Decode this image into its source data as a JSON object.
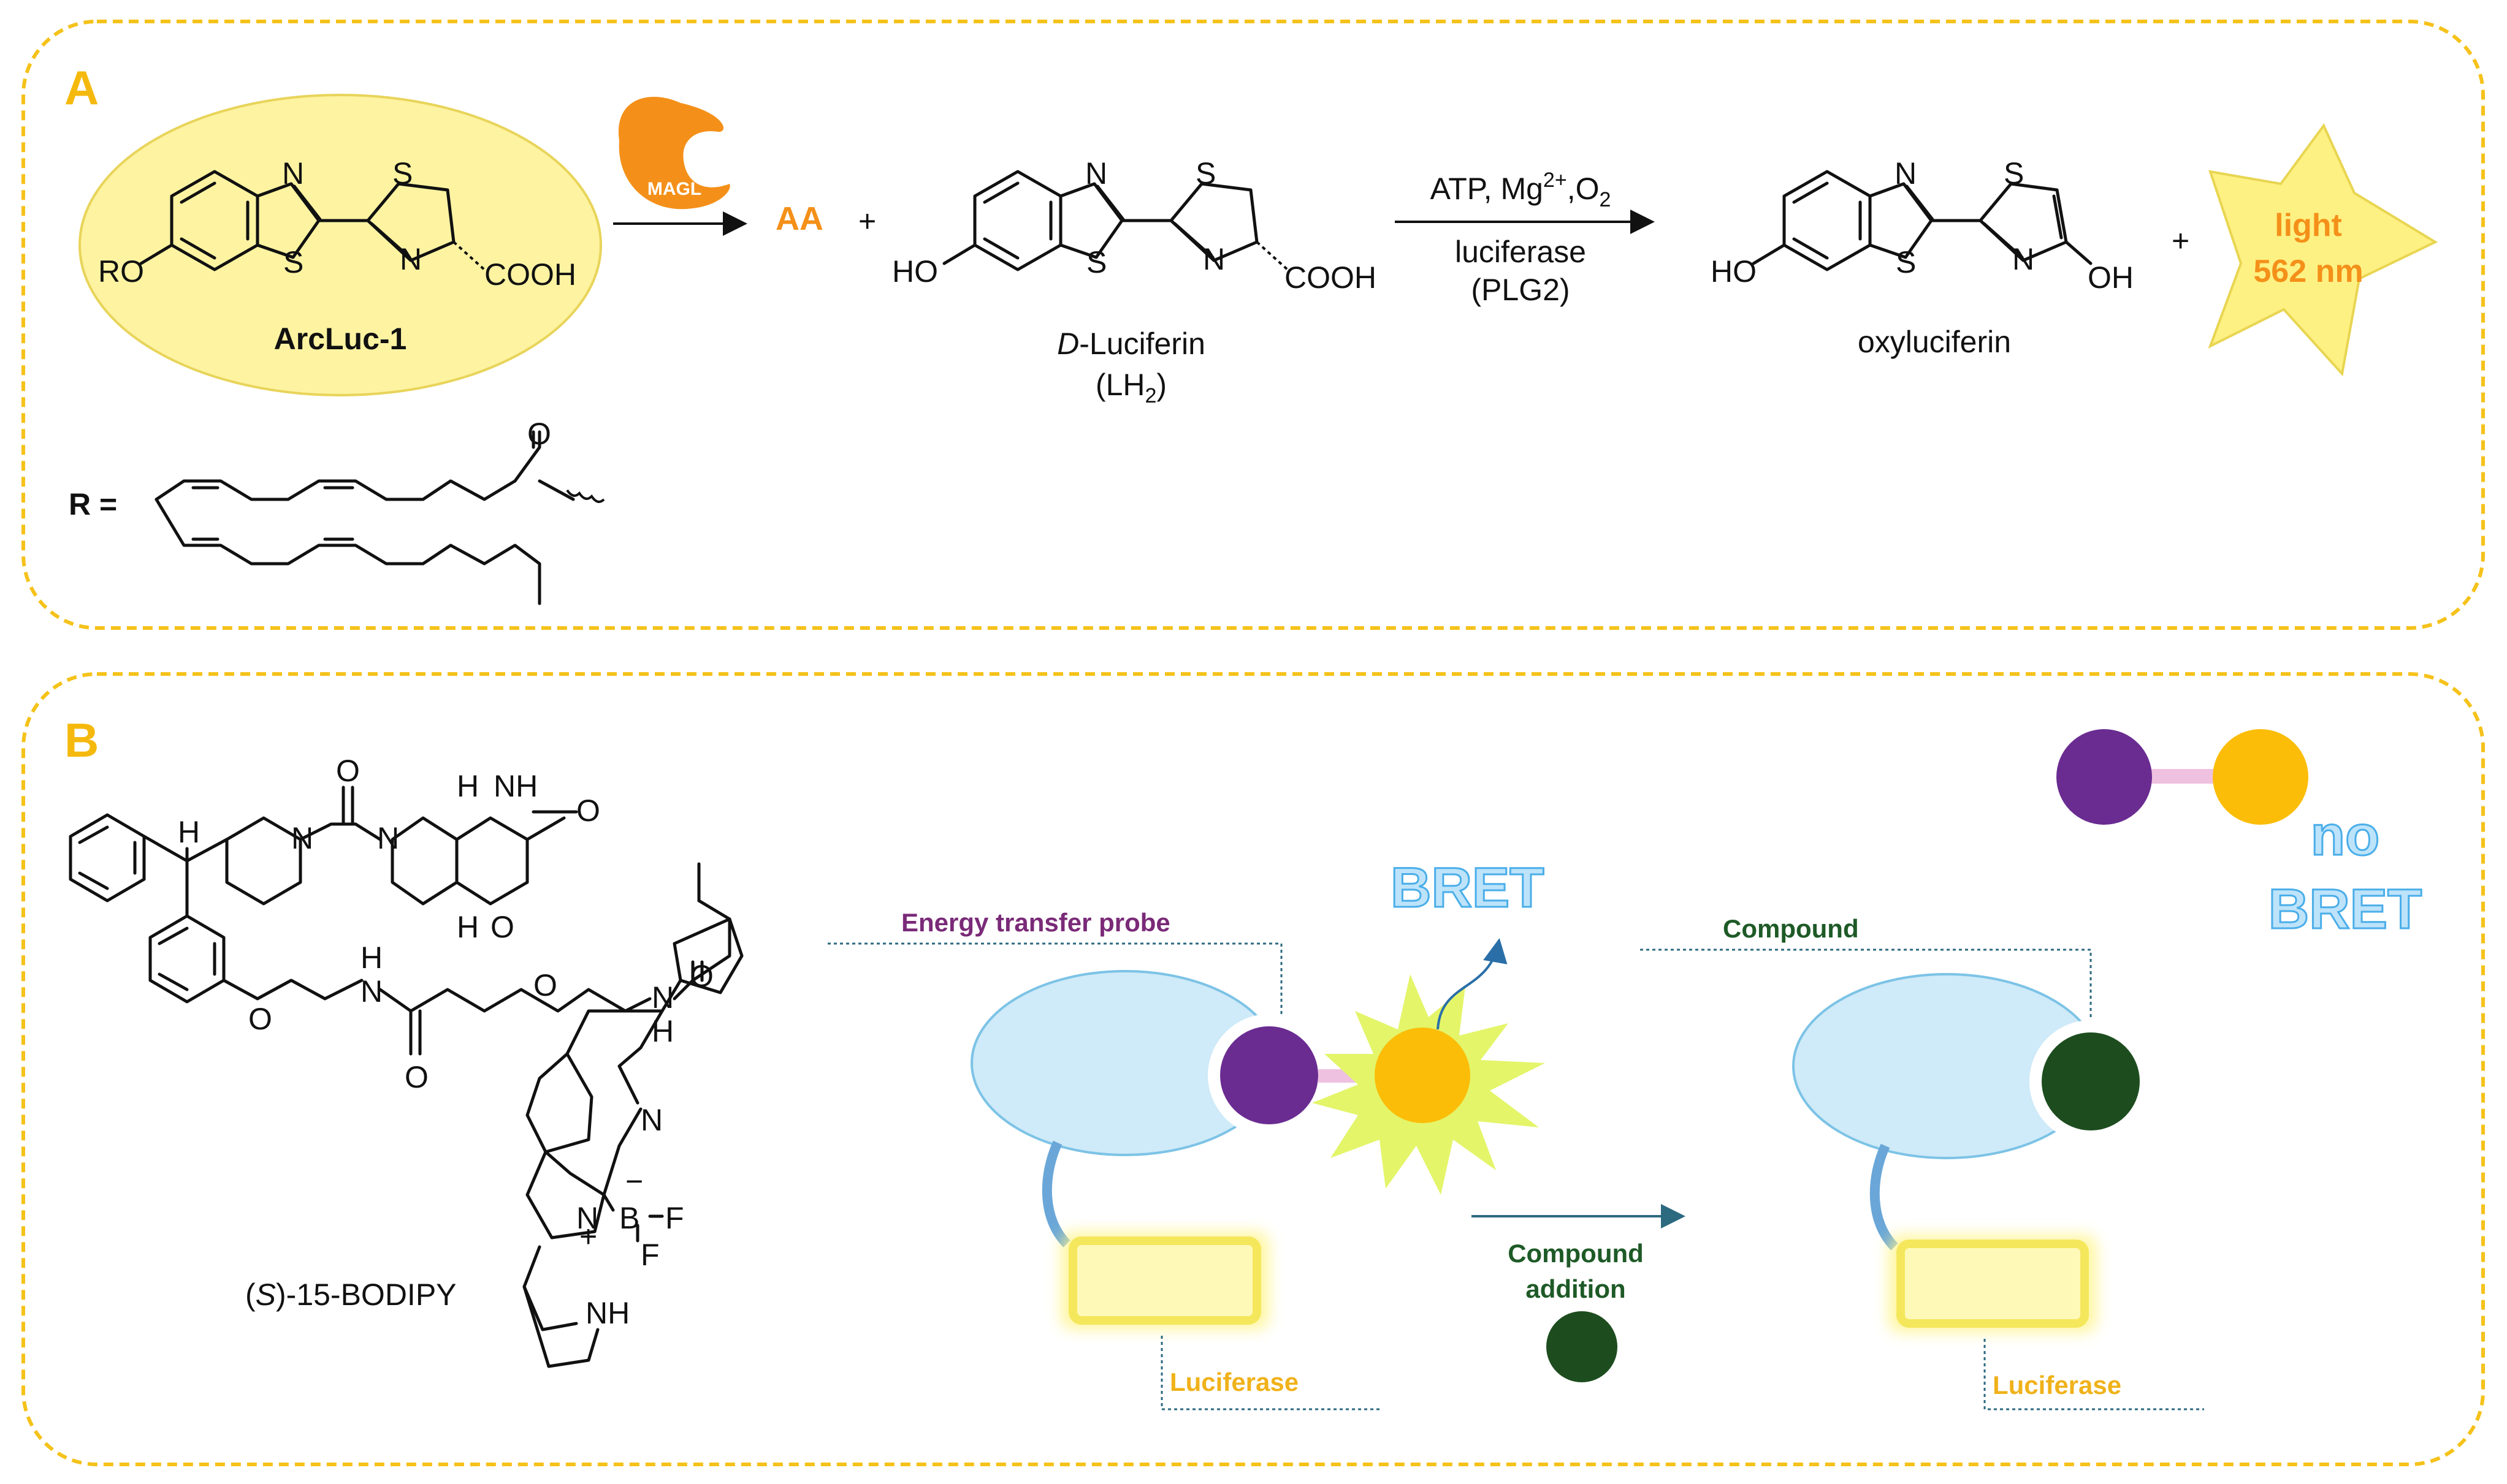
{
  "panel_a": {
    "letter": "A",
    "reactant_label": "ArcLuc-1",
    "reactant_substituent": "RO",
    "reactant_acid": "COOH",
    "enzyme_label": "MAGL",
    "byproduct": "AA",
    "plus": "+",
    "plus2": "+",
    "luciferin_italic": "D",
    "luciferin_rest": "-Luciferin",
    "luciferin_abbrev_open": "(LH",
    "luciferin_abbrev_sub": "2",
    "luciferin_abbrev_close": ")",
    "luciferin_ho": "HO",
    "luciferin_acid": "COOH",
    "conditions_top_base": "ATP, Mg",
    "conditions_top_sup": "2+",
    "conditions_top_comma": ",O",
    "conditions_top_sub": "2",
    "conditions_mid": "luciferase",
    "conditions_bottom": "(PLG2)",
    "product_label": "oxyluciferin",
    "product_ho": "HO",
    "product_oh": "OH",
    "light_line1": "light",
    "light_line2": "562 nm",
    "r_label": "R =",
    "atom_n": "N",
    "atom_s": "S",
    "atom_o": "O"
  },
  "panel_b": {
    "letter": "B",
    "compound_prefix": "(",
    "compound_italic": "S",
    "compound_rest": ")-15-BODIPY",
    "atom_h": "H",
    "atom_n": "N",
    "atom_nh": "NH",
    "atom_o": "O",
    "atom_b": "B",
    "atom_f": "F",
    "minus": "−",
    "plus": "+",
    "probe_label": "Energy transfer probe",
    "bret_label": "BRET",
    "luciferase_label_left": "Luciferase",
    "compound_addition_line1": "Compound",
    "compound_addition_line2": "addition",
    "compound_label": "Compound",
    "luciferase_label_right": "Luciferase",
    "no_bret_line1": "no",
    "no_bret_line2": "BRET"
  },
  "colors": {
    "panel_border": "#f5c21a",
    "probe_purple": "#6a2c91",
    "donor_orange": "#fbbd08",
    "compound_green": "#1d4d1f",
    "protein_blue": "#cfeaf8",
    "luciferase_yellow": "#fff48a",
    "starburst": "#e4f56a",
    "highlight_yellow": "#fdf3a1"
  }
}
